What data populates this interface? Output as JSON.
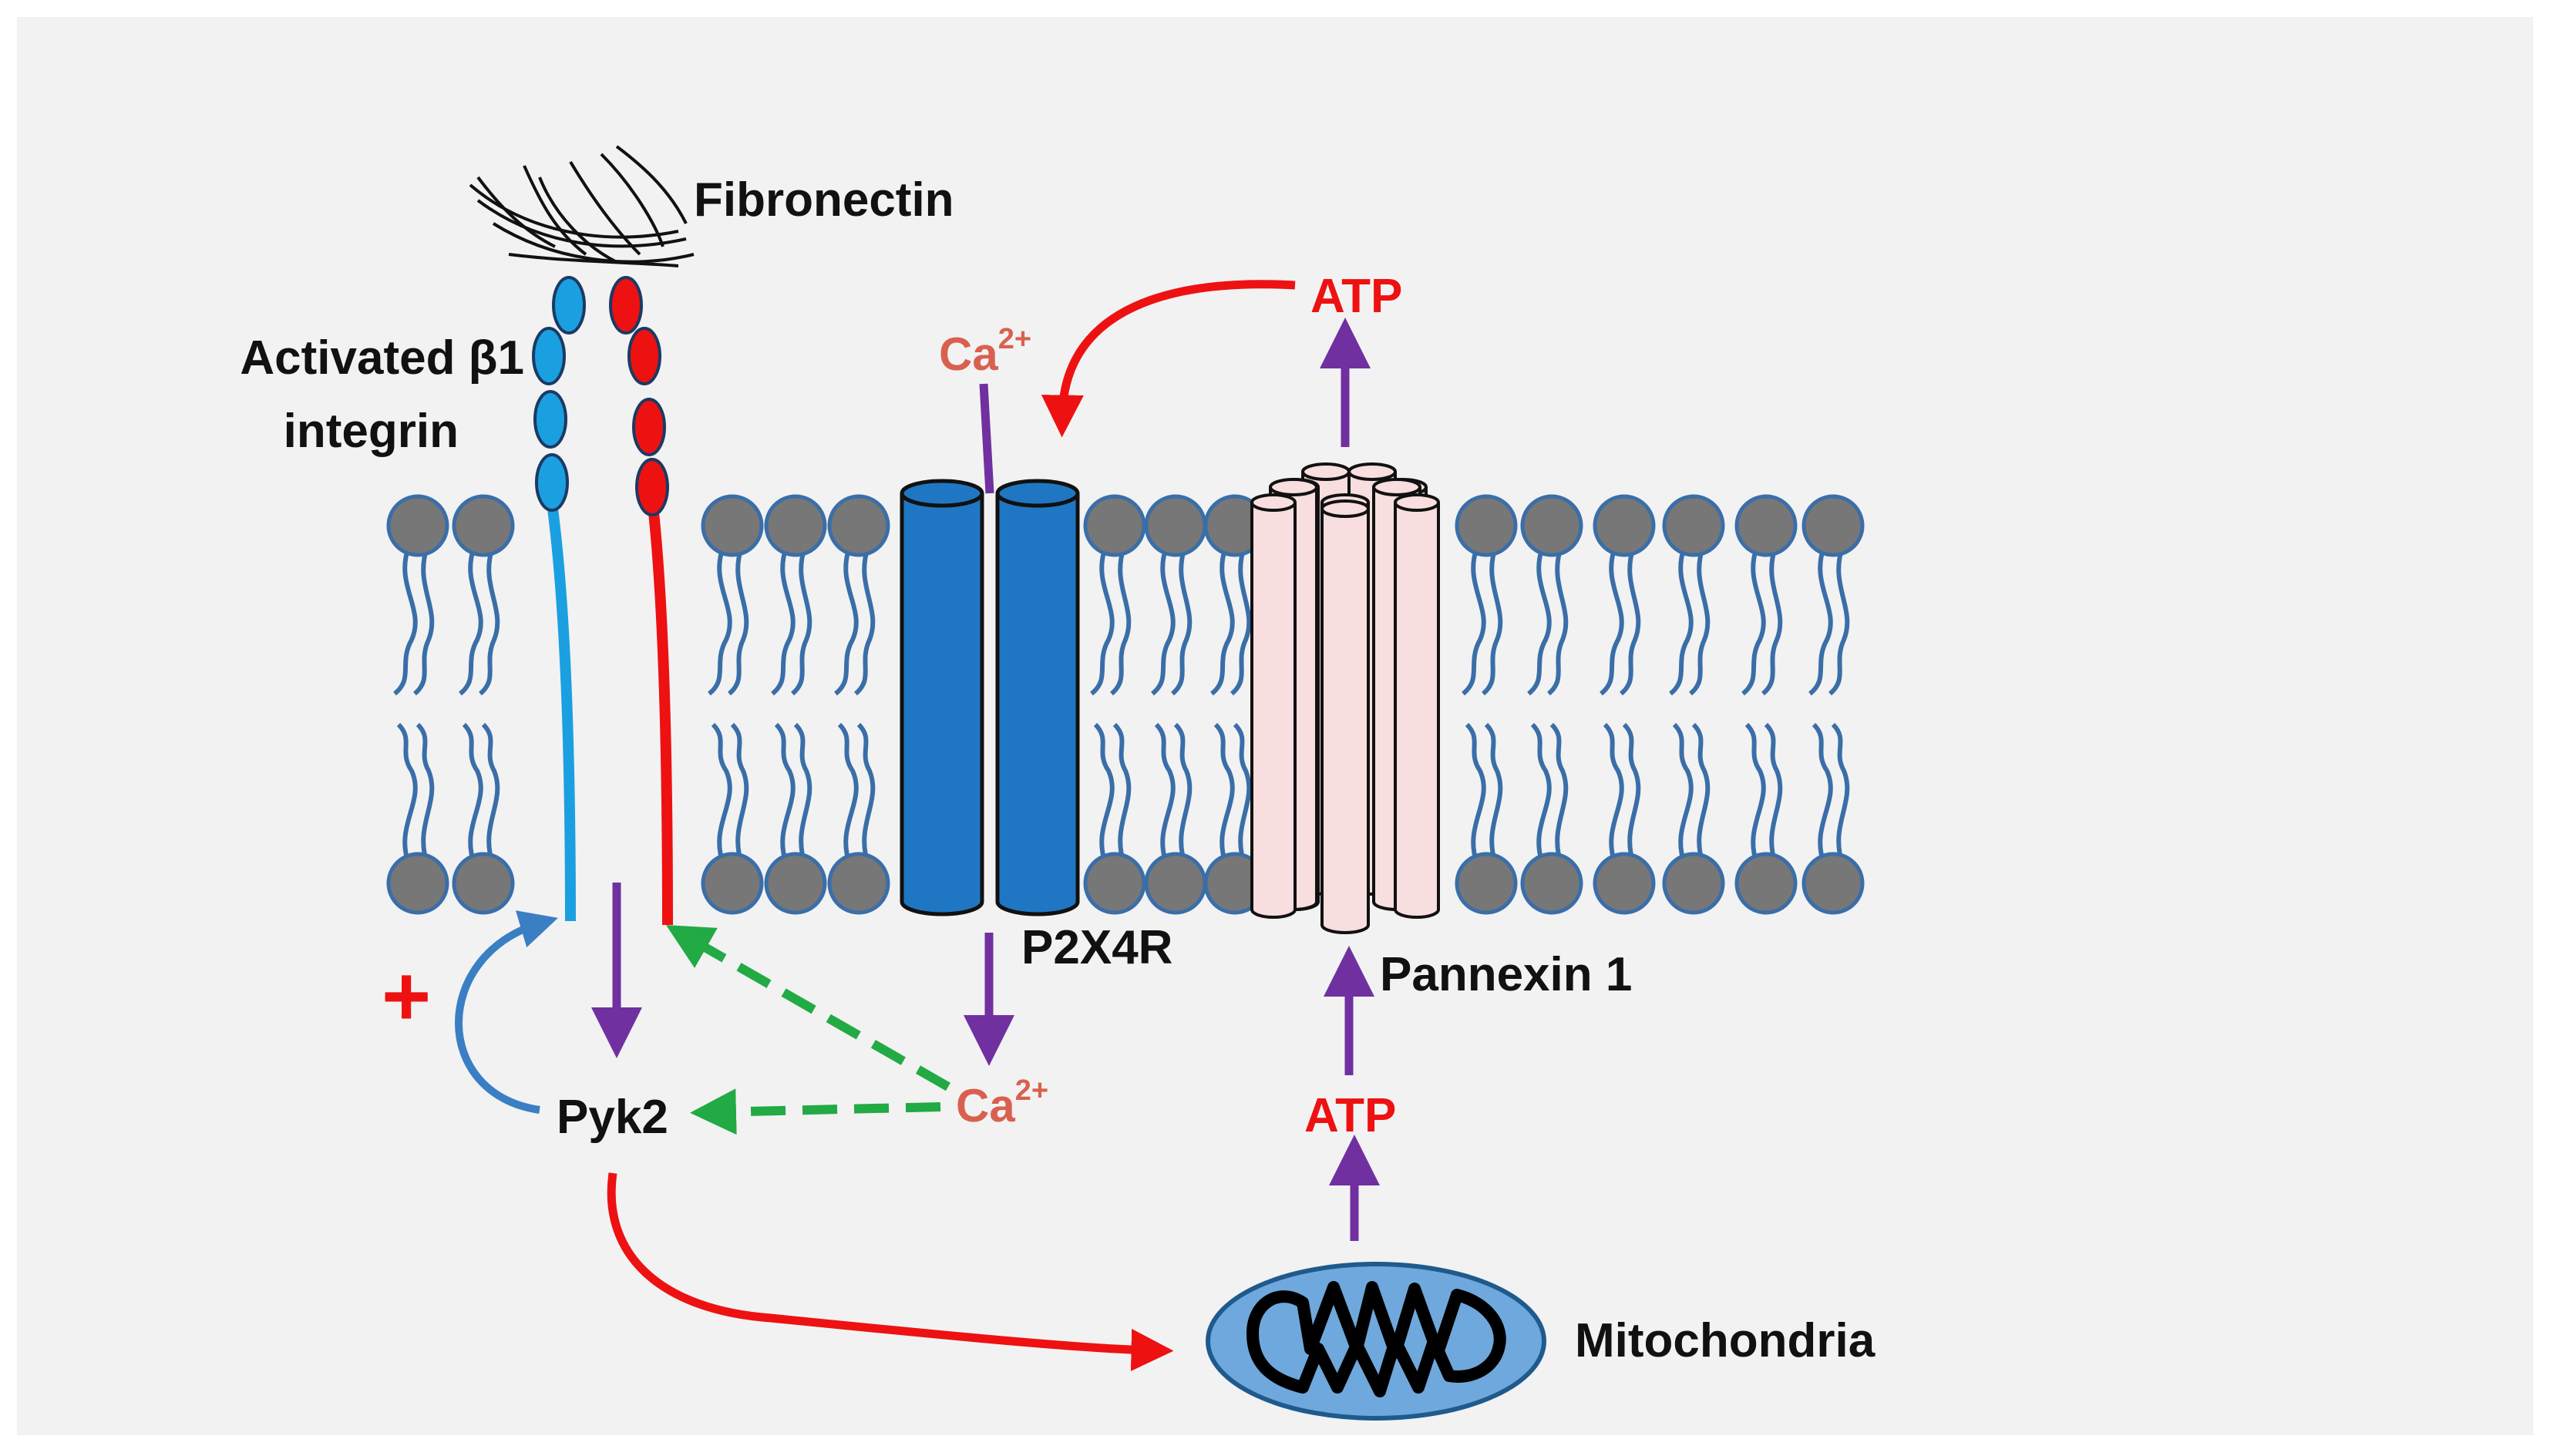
{
  "labels": {
    "fibronectin": "Fibronectin",
    "integrin_line1": "Activated β1",
    "integrin_line2": "integrin",
    "atp_top": "ATP",
    "ca_top": "Ca",
    "ca_top_sup": "2+",
    "p2x4r": "P2X4R",
    "pannexin": "Pannexin 1",
    "ca_mid": "Ca",
    "ca_mid_sup": "2+",
    "pyk2": "Pyk2",
    "atp_mid": "ATP",
    "mitochondria": "Mitochondria",
    "plus": "+"
  },
  "colors": {
    "background": "#f2f2f2",
    "lipid_head": "#777777",
    "lipid_head_outline": "#3a6ea8",
    "lipid_tail": "#3a6ea8",
    "integrin_alpha": "#1aa0e0",
    "integrin_beta": "#ee1111",
    "p2x4r": "#1f77c4",
    "pannexin": "#f8dede",
    "arrow_purple": "#7030a0",
    "arrow_red": "#ee1111",
    "arrow_green": "#22aa44",
    "arrow_blue": "#3a7fc4",
    "mito_fill": "#6fa8dc"
  }
}
